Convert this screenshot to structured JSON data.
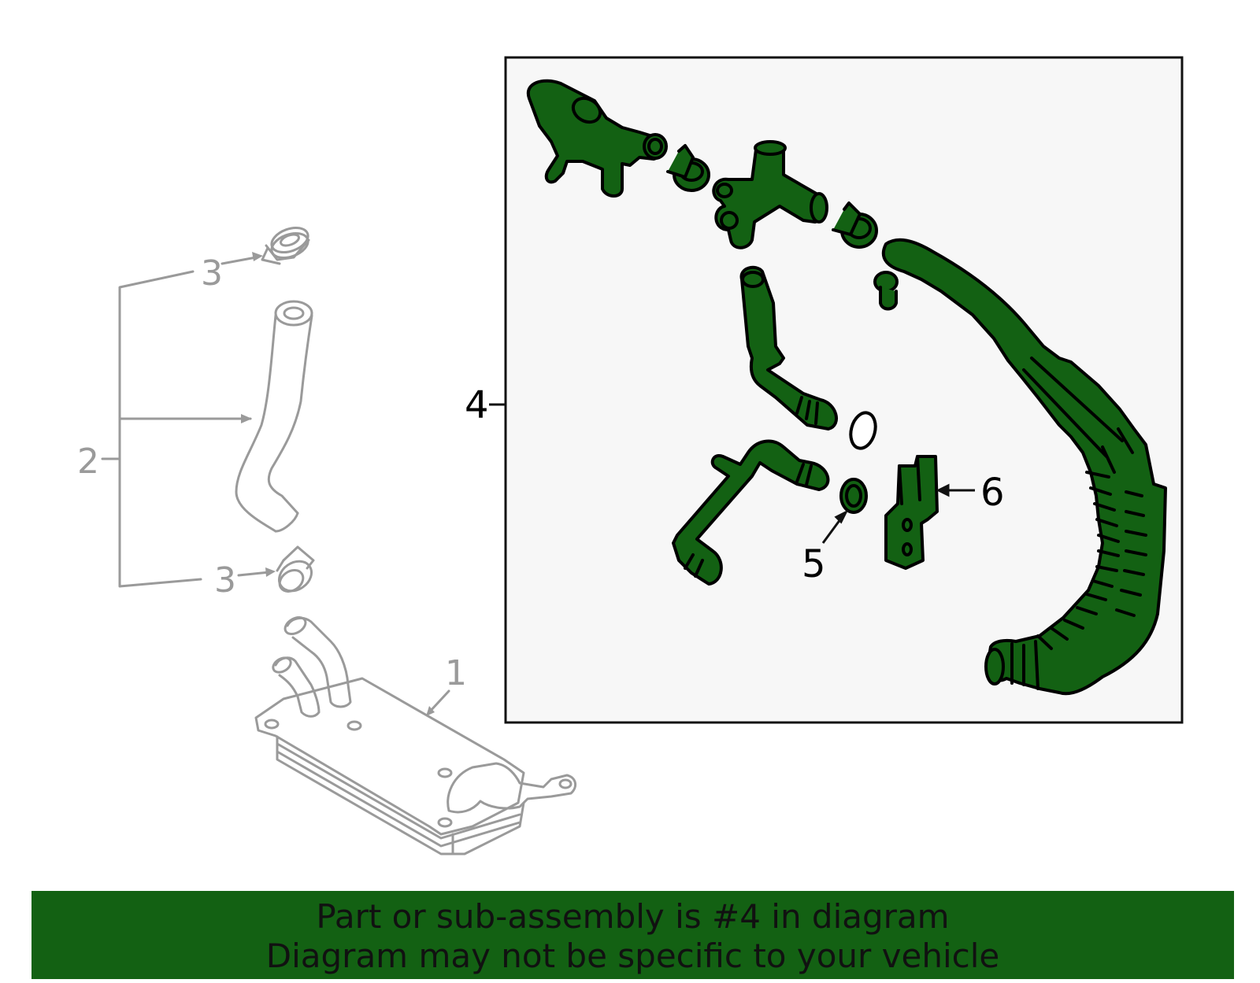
{
  "callouts": {
    "c1": "1",
    "c2": "2",
    "c3a": "3",
    "c3b": "3",
    "c4": "4",
    "c5": "5",
    "c6": "6"
  },
  "colors": {
    "part_fill": "#136113",
    "outline_gray": "#9a9a9a",
    "panel_bg": "#f7f7f7",
    "banner_bg": "#136113"
  },
  "banner": {
    "line1": "Part or sub-assembly is #4 in diagram",
    "line2": "Diagram may not be specific to your vehicle"
  }
}
